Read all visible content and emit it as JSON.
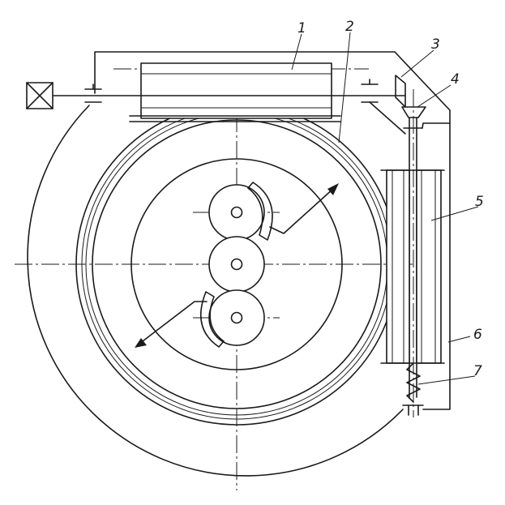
{
  "diagram": {
    "labels": [
      {
        "id": "1",
        "text": "1"
      },
      {
        "id": "2",
        "text": "2"
      },
      {
        "id": "3",
        "text": "3"
      },
      {
        "id": "4",
        "text": "4"
      },
      {
        "id": "5",
        "text": "5"
      },
      {
        "id": "6",
        "text": "6"
      },
      {
        "id": "7",
        "text": "7"
      }
    ],
    "colors": {
      "ink": "#1a1a1a",
      "paper": "#ffffff"
    },
    "icons": [
      "motor-box-icon"
    ]
  }
}
